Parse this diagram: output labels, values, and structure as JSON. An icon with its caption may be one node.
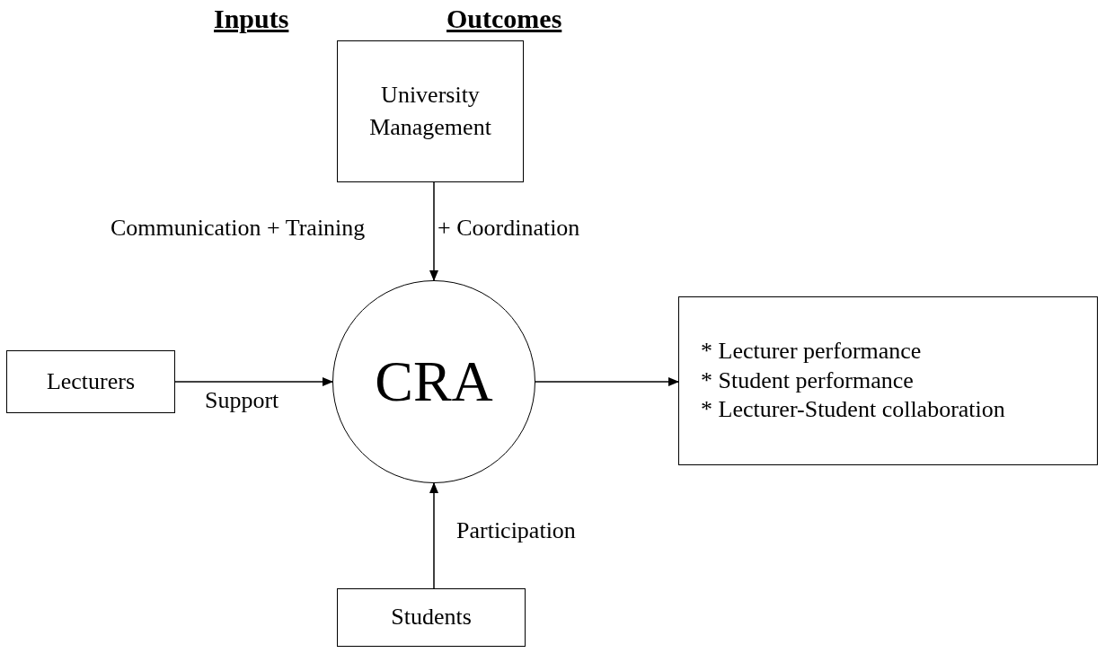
{
  "diagram": {
    "nodes": [
      {
        "text": [
          "University Management"
        ]
      },
      {
        "text": [
          "CRA"
        ]
      },
      {
        "text": [
          "Lecturers"
        ]
      },
      {
        "text": [
          "* Lecturer performance",
          "* Student performance",
          "* Lecturer-Student collaboration"
        ]
      },
      {
        "text": [
          "Students"
        ]
      }
    ],
    "edges": [
      {
        "from": 0,
        "to": 1,
        "arrow": "to"
      },
      {
        "from": 2,
        "to": 1,
        "arrow": "to",
        "label": "Support"
      },
      {
        "from": 1,
        "to": 3,
        "arrow": "to"
      },
      {
        "from": 4,
        "to": 1,
        "arrow": "to",
        "label": "Participation"
      }
    ],
    "labels": [
      "Inputs",
      "Outcomes",
      "Communication + Training",
      "+ Coordination"
    ]
  }
}
